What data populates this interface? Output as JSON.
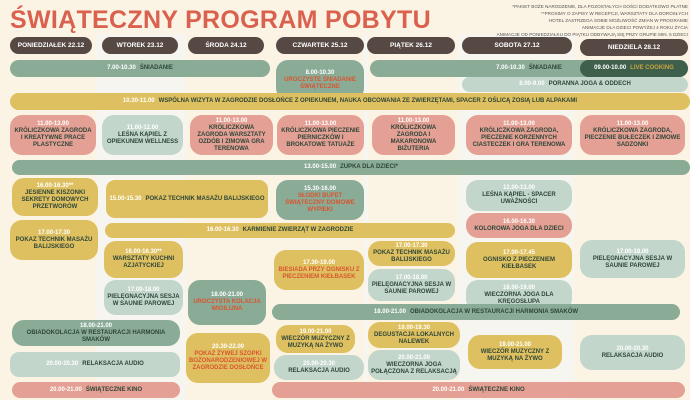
{
  "title": "ŚWIĄTECZNY PROGRAM POBYTU",
  "notes": [
    "*PAKIET BOŻE NARODZENIE, DLA POZOSTAŁYCH GOŚCI DODATKOWO PŁATNE",
    "**PROSIMY O ZAPISY W RECEPCJI, WARSZTATY DLA DOROSŁYCH",
    "HOTEL ZASTRZEGA SOBIE MOŻLIWOŚĆ ZMIAN W PROGRAMIE",
    "ANIMACJE DLA DZIECI POWYŻEJ 4 ROKU ŻYCIA",
    "ANIMACJE OD PONIEDZIAŁKU DO PIĄTKU ODBYWAJĄ SIĘ PRZY GRUPIE MIN. 5 DZIECI"
  ],
  "days": [
    "PONIEDZIAŁEK 22.12",
    "WTOREK 23.12",
    "ŚRODA 24.12",
    "CZWARTEK 25.12",
    "PIĄTEK 26.12",
    "SOBOTA 27.12",
    "NIEDZIELA 28.12"
  ],
  "colors": {
    "sage": "#8aab96",
    "light_sage": "#c2d6cc",
    "mustard": "#dfc060",
    "salmon": "#e4a094",
    "header": "#564843",
    "title": "#d9614e"
  },
  "ev": {
    "b1": {
      "time": "7.00-10.30",
      "name": "ŚNIADANIE"
    },
    "b2": {
      "time": "8.00-10.30",
      "name": "UROCZYSTE ŚNIADANIE ŚWIĄTECZNE"
    },
    "b3": {
      "time": "7.00-10.30",
      "name": "ŚNIADANIE"
    },
    "lc": {
      "time": "09.00-10.00",
      "name": "LIVE COOKING"
    },
    "pj": {
      "time": "8.00-9.00",
      "name": "PORANNA JOGA & ODDECH"
    },
    "wz": {
      "time": "10.30-11.00",
      "name": "WSPÓLNA WIZYTA W ZAGRODZIE DOSŁOŃCE Z OPIEKUNEM, NAUKA OBCOWANIA ZE ZWIERZĘTAMI, SPACER Z OŚLICĄ ZOSIĄ LUB ALPAKAMI"
    },
    "m1": {
      "time": "11.00-13.00",
      "name": "KRÓLICZKOWA ZAGRODA I KREATYWNE PRACE PLASTYCZNE"
    },
    "t1": {
      "time": "11.00-12.00",
      "name": "LEŚNA KĄPIEL Z OPIEKUNEM WELLNESS"
    },
    "w1": {
      "time": "11.00-13.00",
      "name": "KRÓLICZKOWA ZAGRODA WARSZTATY OZDÓB I ZIMOWA GRA TERENOWA"
    },
    "c1": {
      "time": "11.00-13.00",
      "name": "KRÓLICZKOWA PIECZENIE PIERNICZKÓW I BROKATOWE TATUAŻE"
    },
    "f1": {
      "time": "11.00-13.00",
      "name": "KRÓLICZKOWA ZAGRODA I MAKARONOWA BIŻUTERIA"
    },
    "s1": {
      "time": "11.00-13.00",
      "name": "KRÓLICZKOWA ZAGRODA, PIECZENIE KORZENNYCH CIASTECZEK I GRA TERENOWA"
    },
    "n1": {
      "time": "11.00-13.00",
      "name": "KRÓLICZKOWA ZAGRODA, PIECZENIE BUŁECZEK I ZIMOWE SADZONKI"
    },
    "zp": {
      "time": "13.00-15.00",
      "name": "ZUPKA DLA DZIECI*"
    },
    "m2": {
      "time": "16.00-16.30**",
      "name": "JESIENNE KISZONKI SEKRETY DOMOWYCH PRZETWORÓW"
    },
    "tw2": {
      "time": "15.00-15.30",
      "name": "POKAZ TECHNIK MASAŻU BALIJSKIEGO"
    },
    "c2": {
      "time": "15.30-16.00",
      "name": "SŁODKI BUFET ŚWIĄTECZNY DOMOWE WYPIEKI"
    },
    "s2": {
      "time": "12.00-13.00",
      "name": "LEŚNA KĄPIEL - SPACER UWAŻNOŚCI"
    },
    "s3": {
      "time": "16.00-16.30",
      "name": "KOLOROWA JOGA DLA DZIECI"
    },
    "kz": {
      "time": "16.00-16.30",
      "name": "KARMIENIE ZWIERZĄT W ZAGRODZIE"
    },
    "m3": {
      "time": "17.00-17.30",
      "name": "POKAZ TECHNIK MASAŻU BALIJSKIEGO"
    },
    "t3": {
      "time": "16.00-16.30**",
      "name": "WARSZTATY KUCHNI AZJATYCKIEJ"
    },
    "c3": {
      "time": "17.30-19.00",
      "name": "BIESIADA PRZY OGNISKU Z PIECZENIEM KIEŁBASEK"
    },
    "f3": {
      "time": "17.00-17.30",
      "name": "POKAZ TECHNIK MASAŻU BALIJSKIEGO"
    },
    "s4": {
      "time": "17.00-17.45",
      "name": "OGNISKO Z PIECZENIEM KIEŁBASEK"
    },
    "n3": {
      "time": "17.00-18.00",
      "name": "PIELĘGNACYJNA SESJA W SAUNIE PAROWEJ"
    },
    "t4": {
      "time": "17.00-18.00",
      "name": "PIELĘGNACYJNA SESJA W SAUNIE PAROWEJ"
    },
    "w4": {
      "time": "18.00-21.00",
      "name": "UROCZYSTA KOLACJA WIGILIJNA"
    },
    "f4": {
      "time": "17.00-18.00",
      "name": "PIELĘGNACYJNA SESJA W SAUNIE PAROWEJ"
    },
    "s5": {
      "time": "18.00-19.00",
      "name": "WIECZORNA JOGA DLA KRĘGOSŁUPA"
    },
    "ob2": {
      "time": "18.00-21.00",
      "name": "OBIADOKOLACJA W RESTAURACJI HARMONIA SMAKÓW"
    },
    "ob1": {
      "time": "18.00-21.00",
      "name": "OBIADOKOLACJA W RESTAURACJI HARMONIA SMAKÓW"
    },
    "w5": {
      "time": "20.30-22.00",
      "name": "POKAZ ŻYWEJ SZOPKI BOŻONARODZENIOWEJ W ZAGRODZIE DOSŁOŃCE"
    },
    "c5": {
      "time": "19.00-21.00",
      "name": "WIECZÓR MUZYCZNY Z MUZYKĄ NA ŻYWO"
    },
    "f5": {
      "time": "19.00-19.30",
      "name": "DEGUSTACJA LOKALNYCH NALEWEK"
    },
    "f6": {
      "time": "20.00-21.00",
      "name": "WIECZORNA JOGA POŁĄCZONA Z RELAKSACJĄ"
    },
    "s6": {
      "time": "19.00-21.00",
      "name": "WIECZÓR MUZYCZNY Z MUZYKĄ NA ŻYWO"
    },
    "n6": {
      "time": "20.00-20.30",
      "name": "RELAKSACJA AUDIO"
    },
    "ra1": {
      "time": "20.00-20.30",
      "name": "RELAKSACJA AUDIO"
    },
    "c6": {
      "time": "20.00-20.30",
      "name": "RELAKSACJA AUDIO"
    },
    "k1": {
      "time": "20.00-21.00",
      "name": "ŚWIĄTECZNE KINO"
    },
    "k2": {
      "time": "20.00-21.00",
      "name": "ŚWIĄTECZNE KINO"
    }
  }
}
